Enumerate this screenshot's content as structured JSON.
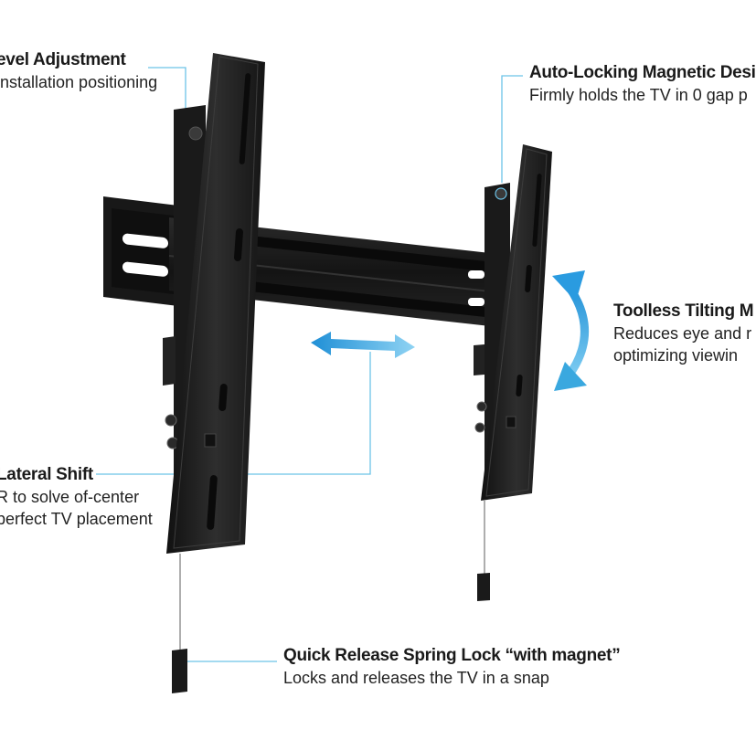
{
  "callouts": {
    "level": {
      "title": "evel Adjustment",
      "lines": [
        "installation positioning"
      ]
    },
    "lock": {
      "title": "Auto-Locking Magnetic Desi",
      "lines": [
        "Firmly holds the TV in 0 gap p"
      ]
    },
    "tilt": {
      "title": "Toolless Tilting M",
      "lines": [
        "Reduces eye and r",
        "optimizing viewin"
      ]
    },
    "shift": {
      "title": "Lateral Shift",
      "lines": [
        "R to solve of-center",
        "perfect TV placement"
      ]
    },
    "release": {
      "title": "Quick Release Spring Lock “with magnet”",
      "lines": [
        "Locks and releases the TV in a snap"
      ]
    }
  },
  "colors": {
    "accent": "#3aa8df",
    "leader": "#6cc3e8",
    "metal": "#1c1c1c",
    "metal_light": "#3a3a3a"
  },
  "icons": [
    "lateral-shift-arrow-icon",
    "tilt-arrow-icon"
  ]
}
